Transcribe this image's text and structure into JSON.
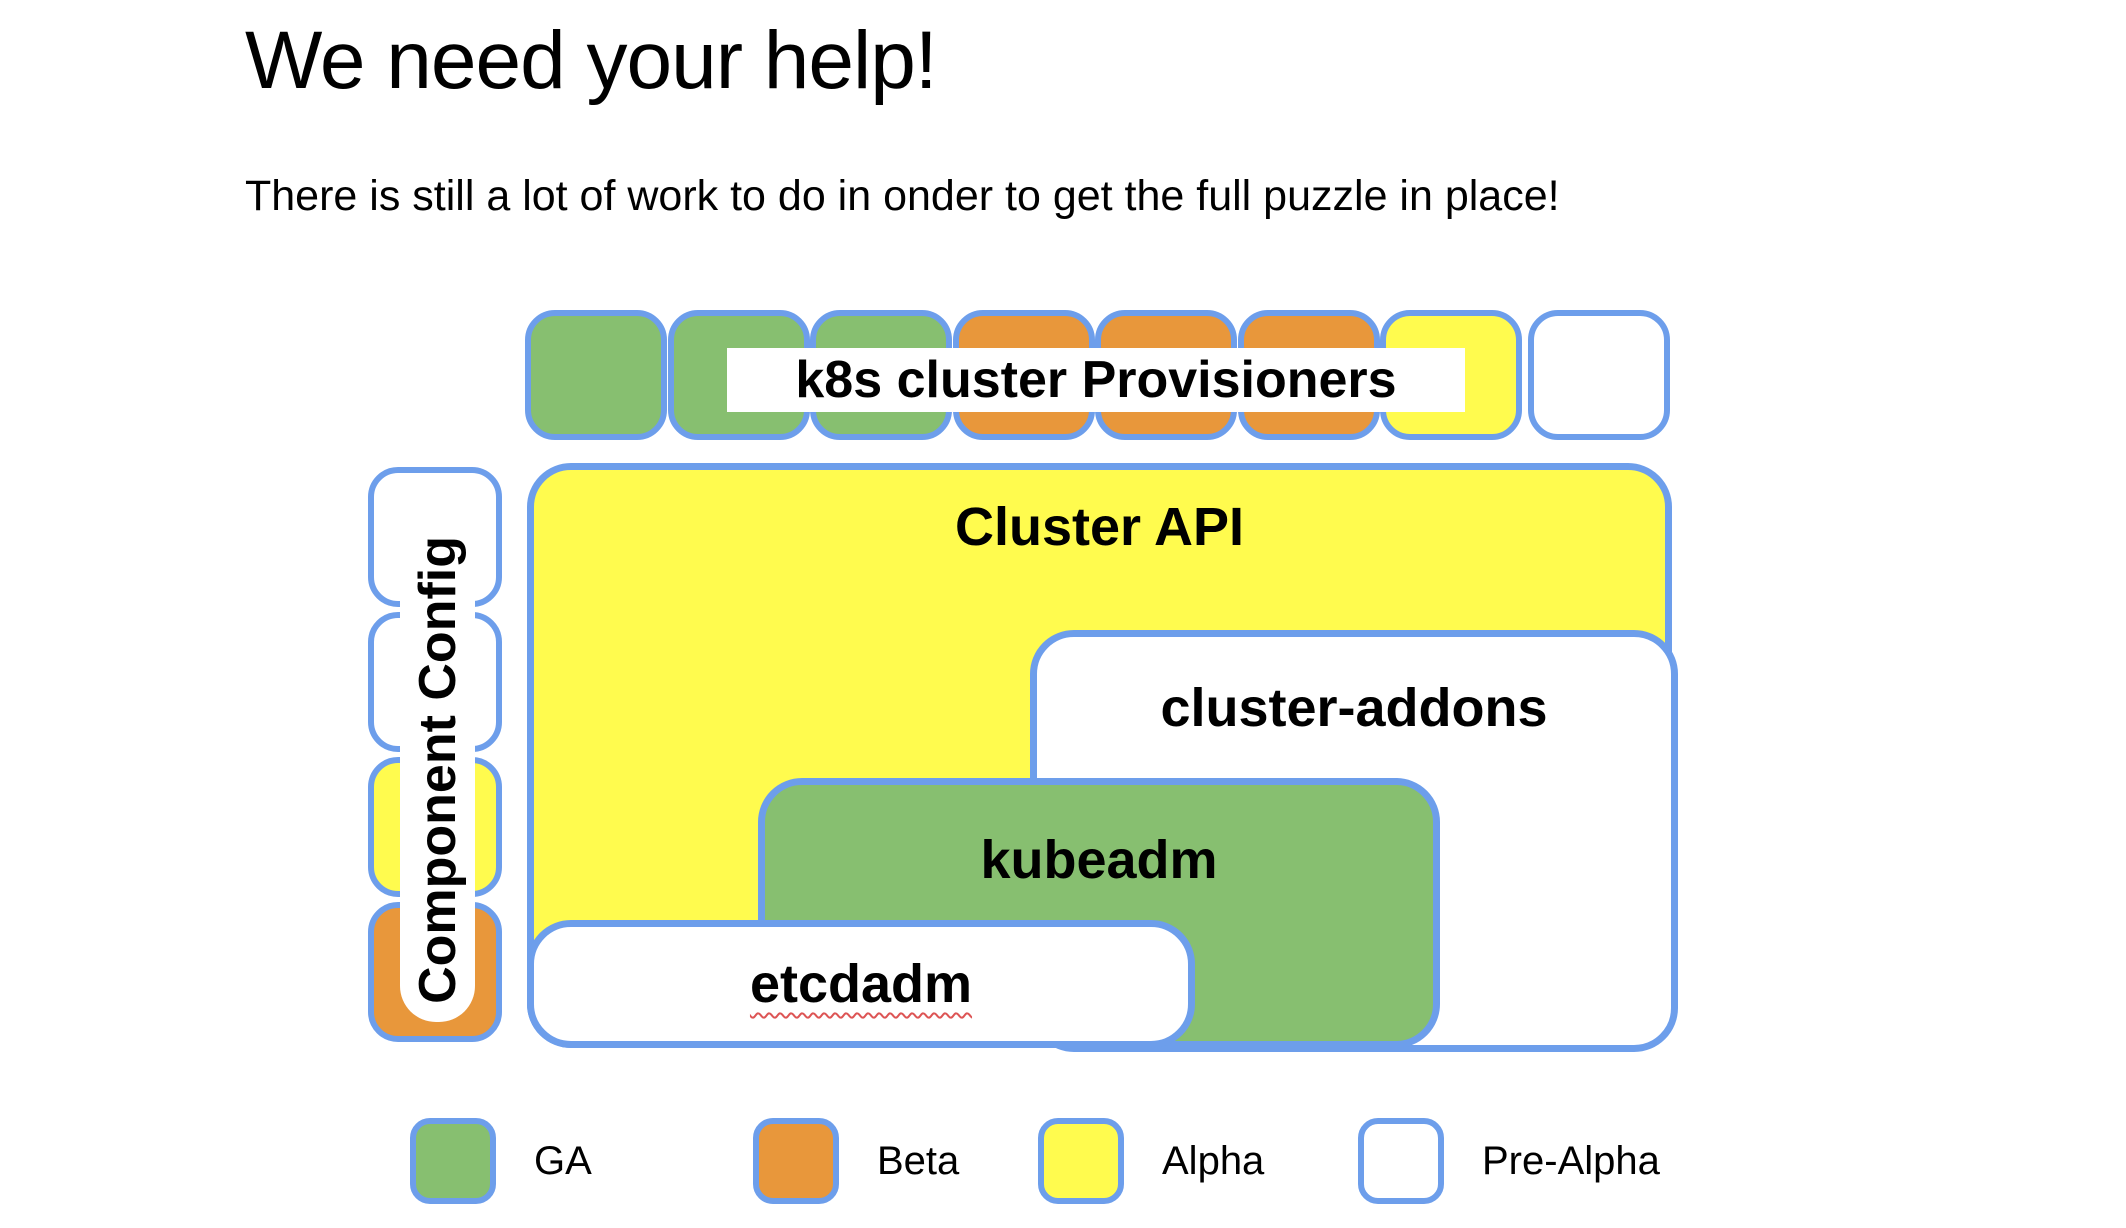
{
  "slide": {
    "title": "We need your help!",
    "subtitle": "There is still a lot of work to do in onder to get the full puzzle in place!"
  },
  "diagram": {
    "provisioners_label": "k8s cluster Provisioners",
    "component_config_label": "Component Config",
    "top_row_statuses": [
      "ga",
      "ga",
      "ga",
      "beta",
      "beta",
      "beta",
      "alpha",
      "prealpha"
    ],
    "left_column_statuses": [
      "prealpha",
      "prealpha",
      "alpha",
      "beta"
    ],
    "boxes": {
      "cluster_api": {
        "label": "Cluster API",
        "status": "alpha"
      },
      "cluster_addons": {
        "label": "cluster-addons",
        "status": "prealpha"
      },
      "kubeadm": {
        "label": "kubeadm",
        "status": "ga"
      },
      "etcdadm": {
        "label": "etcdadm",
        "status": "prealpha"
      }
    }
  },
  "legend": {
    "items": [
      {
        "label": "GA",
        "status": "ga"
      },
      {
        "label": "Beta",
        "status": "beta"
      },
      {
        "label": "Alpha",
        "status": "alpha"
      },
      {
        "label": "Pre-Alpha",
        "status": "prealpha"
      }
    ]
  },
  "colors": {
    "ga": "#87bf70",
    "beta": "#e8973b",
    "alpha": "#fffb4e",
    "prealpha": "#ffffff",
    "border": "#6d9eeb",
    "squiggle": "#dd5555",
    "text": "#000000"
  }
}
